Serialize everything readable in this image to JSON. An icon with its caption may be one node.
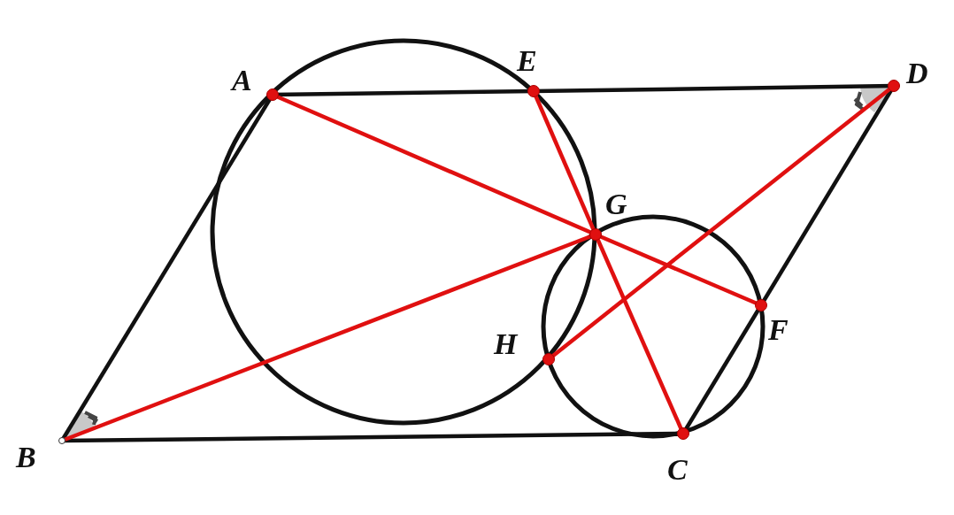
{
  "diagram": {
    "nodes": [
      {
        "text": [
          "A"
        ]
      },
      {
        "text": [
          "E"
        ]
      },
      {
        "text": [
          "D"
        ]
      },
      {
        "text": [
          "G"
        ]
      },
      {
        "text": [
          "F"
        ]
      },
      {
        "text": [
          "H"
        ]
      },
      {
        "text": [
          "B"
        ]
      },
      {
        "text": [
          "C"
        ]
      }
    ],
    "edges": [
      {
        "from": 0,
        "to": 1,
        "arrow": "none"
      },
      {
        "from": 1,
        "to": 2,
        "arrow": "none"
      },
      {
        "from": 0,
        "to": 6,
        "arrow": "none"
      },
      {
        "from": 6,
        "to": 7,
        "arrow": "none"
      },
      {
        "from": 7,
        "to": 4,
        "arrow": "none"
      },
      {
        "from": 4,
        "to": 2,
        "arrow": "none"
      },
      {
        "from": 0,
        "to": 3,
        "arrow": "none",
        "color": "#e01010"
      },
      {
        "from": 3,
        "to": 4,
        "arrow": "none",
        "color": "#e01010"
      },
      {
        "from": 1,
        "to": 3,
        "arrow": "none",
        "color": "#e01010"
      },
      {
        "from": 3,
        "to": 7,
        "arrow": "none",
        "color": "#e01010"
      },
      {
        "from": 6,
        "to": 3,
        "arrow": "none",
        "color": "#e01010"
      },
      {
        "from": 2,
        "to": 5,
        "arrow": "none",
        "color": "#e01010"
      }
    ]
  }
}
